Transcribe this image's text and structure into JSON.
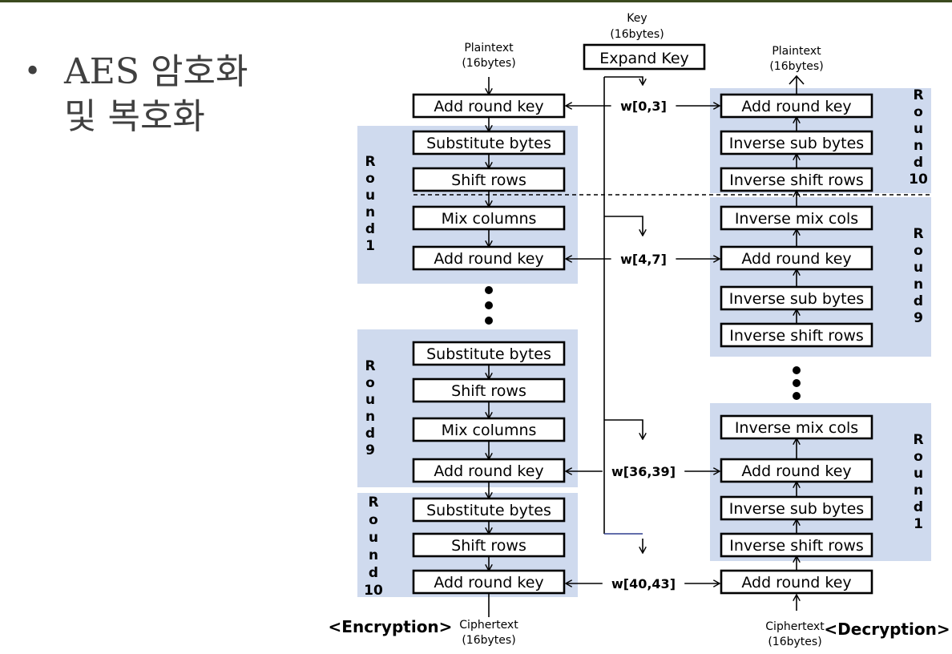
{
  "slide": {
    "bullet_char": "•",
    "title_line1": "AES 암호화",
    "title_line2": "및 복호화"
  },
  "diagram": {
    "key_label": "Key",
    "key_size": "(16bytes)",
    "expand_key": "Expand Key",
    "enc_plaintext": "Plaintext",
    "enc_plaintext_size": "(16bytes)",
    "dec_plaintext": "Plaintext",
    "dec_plaintext_size": "(16bytes)",
    "enc_ciphertext": "Ciphertext",
    "enc_ciphertext_size": "(16bytes)",
    "dec_ciphertext": "Ciphertext",
    "dec_ciphertext_size": "(16bytes)",
    "encryption_caption": "<Encryption>",
    "decryption_caption": "<Decryption>",
    "round_labels": {
      "enc_round1": [
        "R",
        "o",
        "u",
        "n",
        "d",
        "1"
      ],
      "enc_round9": [
        "R",
        "o",
        "u",
        "n",
        "d",
        "9"
      ],
      "enc_round10": [
        "R",
        "o",
        "u",
        "n",
        "d",
        "10"
      ],
      "dec_round10": [
        "R",
        "o",
        "u",
        "n",
        "d",
        "10"
      ],
      "dec_round9": [
        "R",
        "o",
        "u",
        "n",
        "d",
        "9"
      ],
      "dec_round1": [
        "R",
        "o",
        "u",
        "n",
        "d",
        "1"
      ]
    },
    "key_words": [
      "w[0,3]",
      "w[4,7]",
      "w[36,39]",
      "w[40,43]"
    ],
    "enc_boxes": [
      "Add round key",
      "Substitute bytes",
      "Shift rows",
      "Mix columns",
      "Add round key",
      "Substitute bytes",
      "Shift rows",
      "Mix columns",
      "Add round key",
      "Substitute bytes",
      "Shift rows",
      "Add round key"
    ],
    "dec_boxes": [
      "Add round key",
      "Inverse sub bytes",
      "Inverse shift rows",
      "Inverse mix cols",
      "Add round key",
      "Inverse sub bytes",
      "Inverse shift rows",
      "Inverse mix cols",
      "Add round key",
      "Inverse sub bytes",
      "Inverse shift rows",
      "Add round key"
    ],
    "colors": {
      "round_fill": "#cfdaee",
      "box_stroke": "#000000",
      "text": "#000000"
    }
  }
}
